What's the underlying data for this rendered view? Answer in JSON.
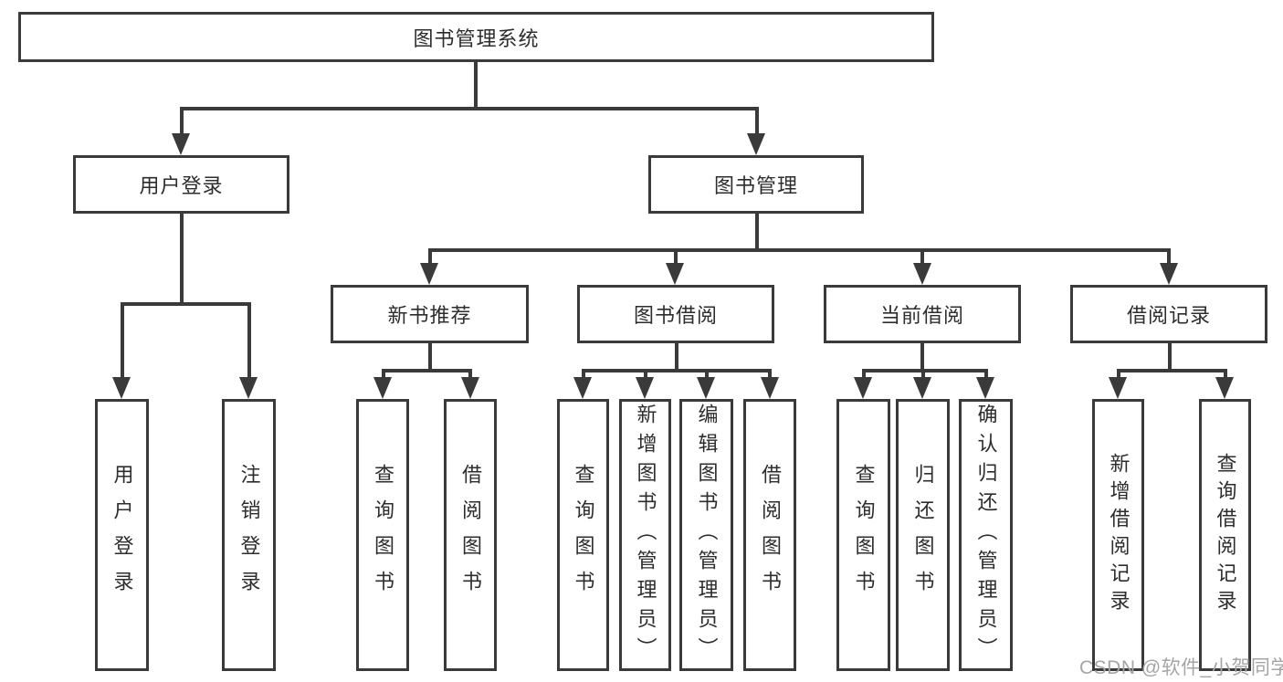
{
  "diagram_type": "hierarchy-tree",
  "colors": {
    "line": "#3a3a3a",
    "text": "#2d2d2d",
    "background": "#ffffff",
    "watermark": "#a5a5a5"
  },
  "root": {
    "label": "图书管理系统"
  },
  "branches": [
    {
      "label": "用户登录",
      "children": [
        {
          "label": "用户登录"
        },
        {
          "label": "注销登录"
        }
      ]
    },
    {
      "label": "图书管理",
      "sections": [
        {
          "label": "新书推荐",
          "children": [
            {
              "label": "查询图书"
            },
            {
              "label": "借阅图书"
            }
          ]
        },
        {
          "label": "图书借阅",
          "children": [
            {
              "label": "查询图书"
            },
            {
              "label": "新增图书（管理员）"
            },
            {
              "label": "编辑图书（管理员）"
            },
            {
              "label": "借阅图书"
            }
          ]
        },
        {
          "label": "当前借阅",
          "children": [
            {
              "label": "查询图书"
            },
            {
              "label": "归还图书"
            },
            {
              "label": "确认归还（管理员）"
            }
          ]
        },
        {
          "label": "借阅记录",
          "children": [
            {
              "label": "新增借阅记录"
            },
            {
              "label": "查询借阅记录"
            }
          ]
        }
      ]
    }
  ],
  "watermark": {
    "text": "CSDN @软件_小贺同学"
  }
}
